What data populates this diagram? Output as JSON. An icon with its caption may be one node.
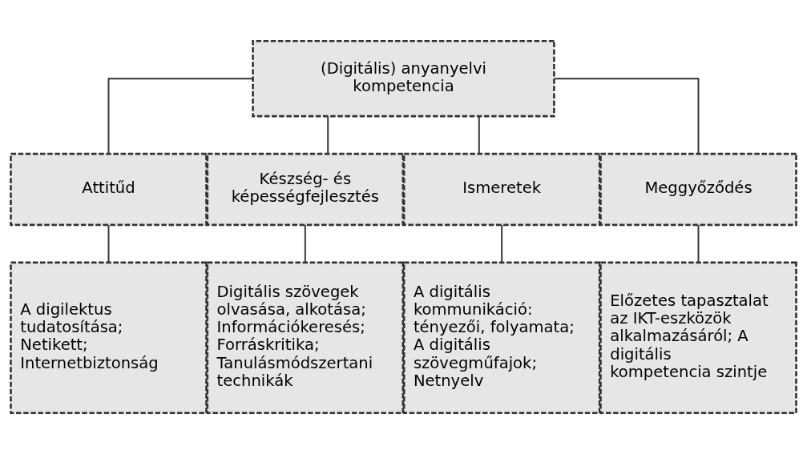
{
  "diagram": {
    "nodes": [
      {
        "text": [
          "(Digitális) anyanyelvi kompetencia"
        ]
      },
      {
        "text": [
          "Attitűd"
        ]
      },
      {
        "text": [
          "Készség- és képességfejlesztés"
        ]
      },
      {
        "text": [
          "Ismeretek"
        ]
      },
      {
        "text": [
          "Meggyőződés"
        ]
      },
      {
        "text": [
          "A digilektus tudatosítása; Netikett; Internetbiztonság"
        ]
      },
      {
        "text": [
          "Digitális szövegek olvasása, alkotása; Információkeresés; Forráskritika; Tanulásmódszertani technikák"
        ]
      },
      {
        "text": [
          "A digitális kommunikáció: tényezői, folyamata; A digitális szövegműfajok; Netnyelv"
        ]
      },
      {
        "text": [
          "Előzetes tapasztalat az IKT-eszközök alkalmazásáról; A digitális kompetencia szintje"
        ]
      }
    ],
    "edges": [
      {
        "from": 0,
        "to": 1,
        "arrow": "none"
      },
      {
        "from": 0,
        "to": 2,
        "arrow": "none"
      },
      {
        "from": 0,
        "to": 3,
        "arrow": "none"
      },
      {
        "from": 0,
        "to": 4,
        "arrow": "none"
      },
      {
        "from": 1,
        "to": 5,
        "arrow": "none"
      },
      {
        "from": 2,
        "to": 6,
        "arrow": "none"
      },
      {
        "from": 3,
        "to": 7,
        "arrow": "none"
      },
      {
        "from": 4,
        "to": 8,
        "arrow": "none"
      }
    ]
  }
}
